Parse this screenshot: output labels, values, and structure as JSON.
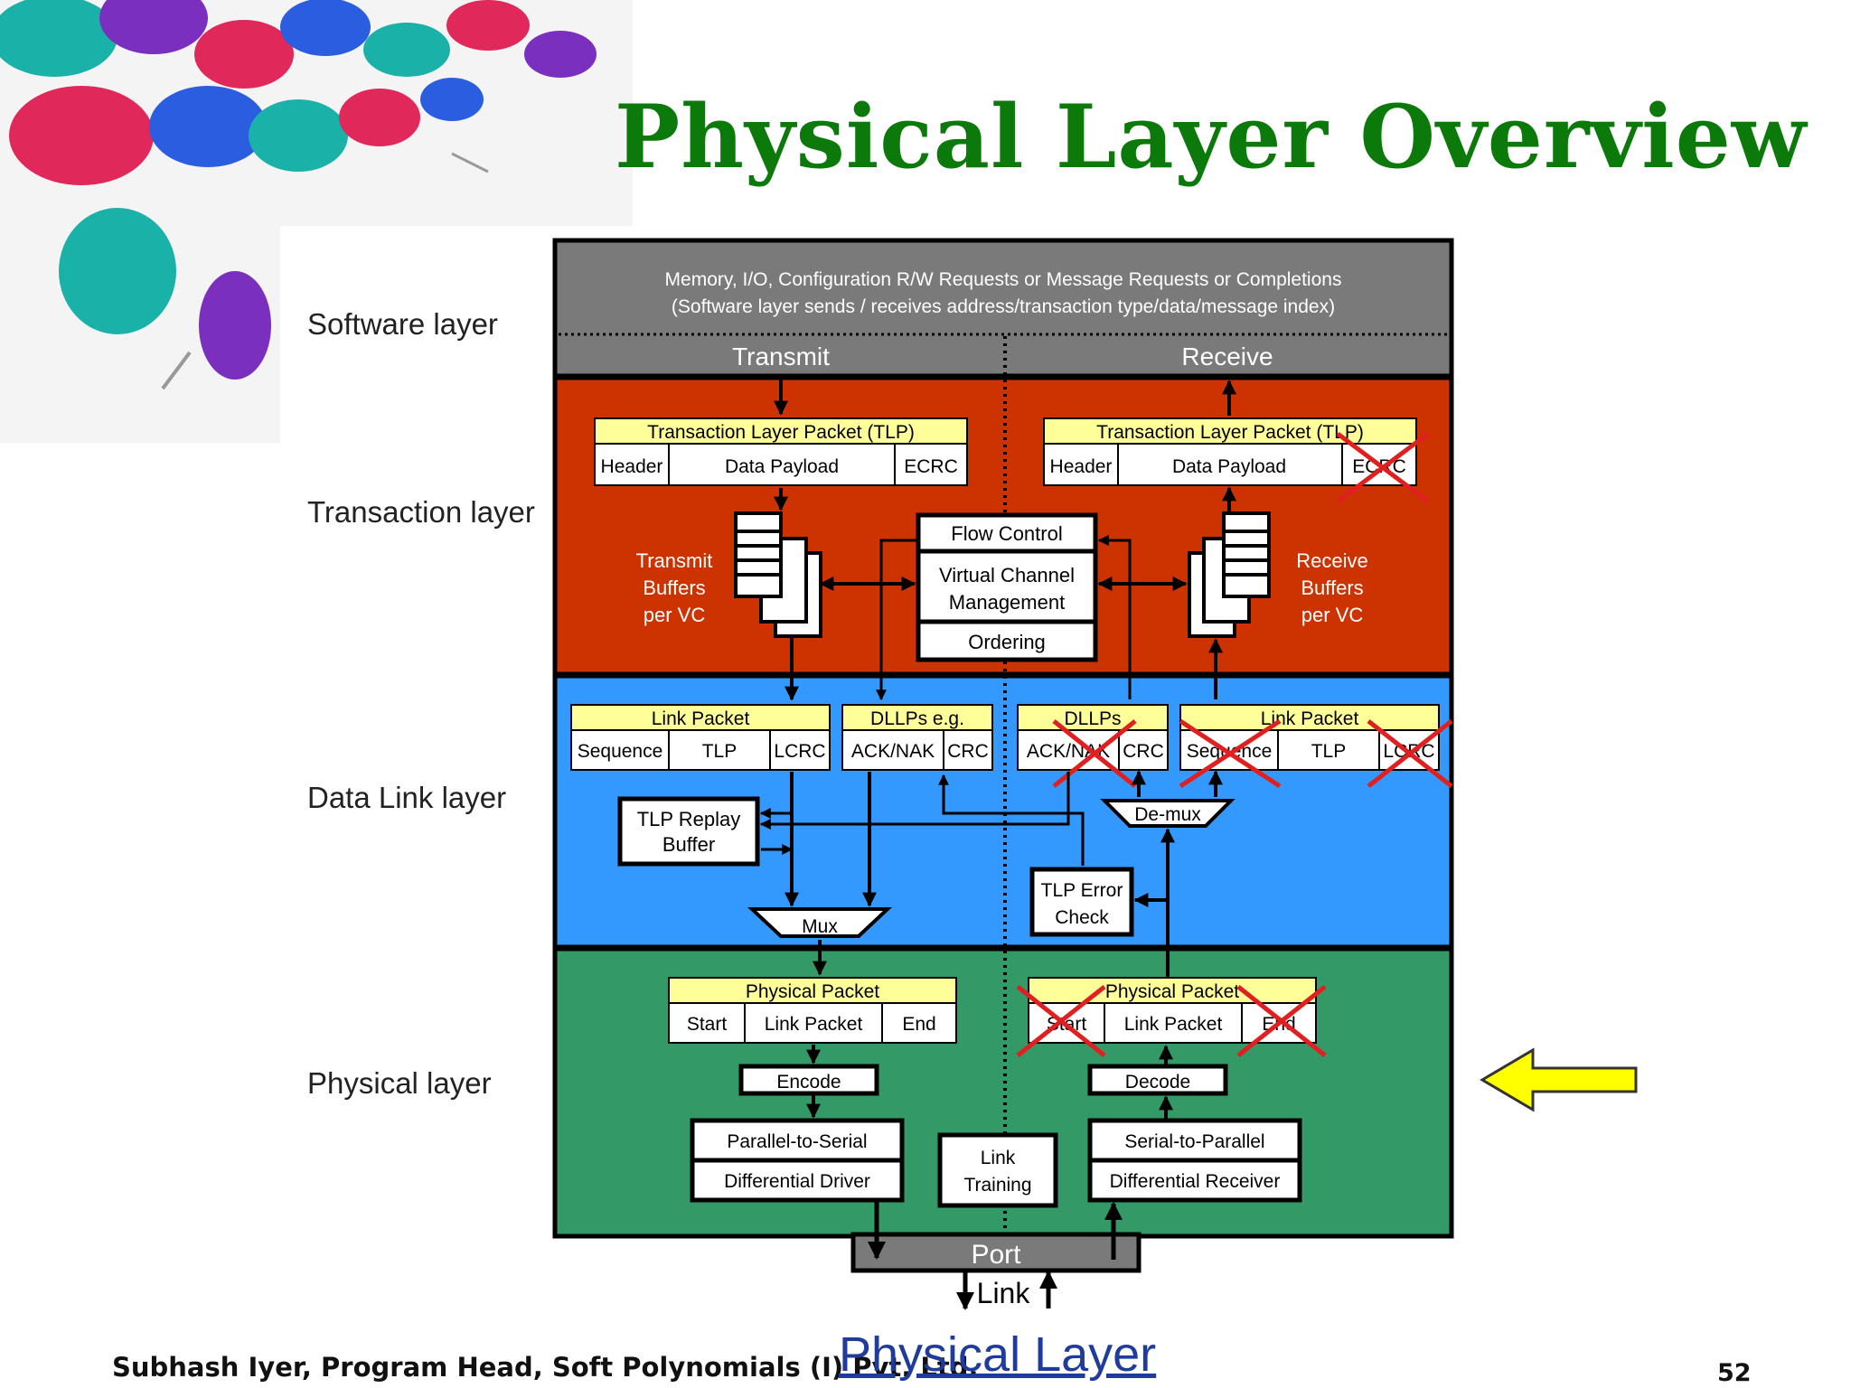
{
  "slide": {
    "title": "Physical Layer Overview",
    "footer_credit": "Subhash Iyer, Program Head, Soft Polynomials (I) Pvt. Ltd.",
    "footer_link": "Physical Layer",
    "page_number": "52"
  },
  "layer_labels": [
    "Software layer",
    "Transaction layer",
    "Data Link layer",
    "Physical layer"
  ],
  "colors": {
    "title_green": "#0b7a0b",
    "software_gray": "#7a7a7a",
    "transaction_red": "#cc3300",
    "datalink_blue": "#3399ff",
    "physical_green": "#339966",
    "header_yellow": "#ffff99",
    "cross_red": "#e02020",
    "arrow_yellow": "#ffff00"
  },
  "diagram": {
    "software": {
      "line1": "Memory, I/O, Configuration R/W Requests or Message Requests or Completions",
      "line2": "(Software layer sends / receives address/transaction type/data/message index)",
      "transmit": "Transmit",
      "receive": "Receive"
    },
    "transaction": {
      "tx_tlp": {
        "title": "Transaction Layer Packet (TLP)",
        "cells": [
          "Header",
          "Data Payload",
          "ECRC"
        ]
      },
      "rx_tlp": {
        "title": "Transaction Layer Packet (TLP)",
        "cells": [
          "Header",
          "Data Payload",
          "ECRC"
        ]
      },
      "tx_buffers": [
        "Transmit",
        "Buffers",
        "per VC"
      ],
      "rx_buffers": [
        "Receive",
        "Buffers",
        "per VC"
      ],
      "flow_control": "Flow Control",
      "vc_management": [
        "Virtual Channel",
        "Management"
      ],
      "ordering": "Ordering"
    },
    "datalink": {
      "tx_link_packet": {
        "title": "Link Packet",
        "cells": [
          "Sequence",
          "TLP",
          "LCRC"
        ]
      },
      "tx_dllp": {
        "title": "DLLPs e.g.",
        "cells": [
          "ACK/NAK",
          "CRC"
        ]
      },
      "rx_dllp": {
        "title": "DLLPs",
        "cells": [
          "ACK/NAK",
          "CRC"
        ]
      },
      "rx_link_packet": {
        "title": "Link Packet",
        "cells": [
          "Sequence",
          "TLP",
          "LCRC"
        ]
      },
      "replay_buffer": [
        "TLP Replay",
        "Buffer"
      ],
      "mux": "Mux",
      "demux": "De-mux",
      "error_check": [
        "TLP Error",
        "Check"
      ]
    },
    "physical": {
      "tx_packet": {
        "title": "Physical Packet",
        "cells": [
          "Start",
          "Link Packet",
          "End"
        ]
      },
      "rx_packet": {
        "title": "Physical Packet",
        "cells": [
          "Start",
          "Link Packet",
          "End"
        ]
      },
      "encode": "Encode",
      "decode": "Decode",
      "p2s": "Parallel-to-Serial",
      "diff_driver": "Differential Driver",
      "link_training": [
        "Link",
        "Training"
      ],
      "s2p": "Serial-to-Parallel",
      "diff_receiver": "Differential Receiver",
      "port": "Port",
      "link": "Link"
    }
  }
}
